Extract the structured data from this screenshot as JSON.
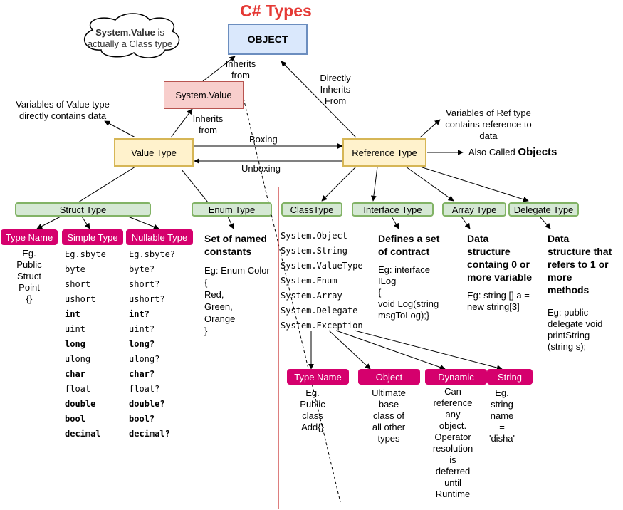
{
  "title": "C# Types",
  "cloud": {
    "bold": "System.Value",
    "rest1": " is",
    "line2": "actually a Class type"
  },
  "nodes": {
    "object": "OBJECT",
    "system_value": "System.Value",
    "value_type": "Value Type",
    "reference_type": "Reference Type",
    "struct_type": "Struct Type",
    "enum_type": "Enum Type",
    "class_type": "ClassType",
    "interface_type": "Interface Type",
    "array_type": "Array Type",
    "delegate_type": "Delegate Type"
  },
  "edge_labels": {
    "inherits_from_top": [
      "Inherits",
      "from"
    ],
    "inherits_from_mid": [
      "Inherits",
      "from"
    ],
    "directly_inherits": [
      "Directly",
      "Inherits",
      "From"
    ],
    "boxing": "Boxing",
    "unboxing": "Unboxing"
  },
  "notes": {
    "value_var": [
      "Variables of Value type",
      "directly contains data"
    ],
    "ref_var": [
      "Variables of Ref type",
      "contains reference to",
      "data"
    ],
    "also_called_prefix": "Also Called ",
    "also_called_bold": "Objects"
  },
  "struct": {
    "tags": [
      "Type Name",
      "Simple Type",
      "Nullable Type"
    ],
    "type_name_desc": [
      "Eg.",
      "Public",
      "Struct",
      "Point",
      "{}"
    ],
    "simple": [
      {
        "t": "Eg.sbyte",
        "s": ""
      },
      {
        "t": "byte",
        "s": ""
      },
      {
        "t": "short",
        "s": ""
      },
      {
        "t": "ushort",
        "s": ""
      },
      {
        "t": "int",
        "s": "u"
      },
      {
        "t": "uint",
        "s": ""
      },
      {
        "t": "long",
        "s": "b"
      },
      {
        "t": "ulong",
        "s": ""
      },
      {
        "t": "char",
        "s": "b"
      },
      {
        "t": "float",
        "s": ""
      },
      {
        "t": "double",
        "s": "b"
      },
      {
        "t": "bool",
        "s": "b"
      },
      {
        "t": "decimal",
        "s": "b"
      }
    ],
    "nullable": [
      {
        "t": "Eg.sbyte?",
        "s": ""
      },
      {
        "t": "byte?",
        "s": ""
      },
      {
        "t": "short?",
        "s": ""
      },
      {
        "t": "ushort?",
        "s": ""
      },
      {
        "t": "int?",
        "s": "u"
      },
      {
        "t": "uint?",
        "s": ""
      },
      {
        "t": "long?",
        "s": "b"
      },
      {
        "t": "ulong?",
        "s": ""
      },
      {
        "t": "char?",
        "s": "b"
      },
      {
        "t": "float?",
        "s": ""
      },
      {
        "t": "double?",
        "s": "b"
      },
      {
        "t": "bool?",
        "s": "b"
      },
      {
        "t": "decimal?",
        "s": "b"
      }
    ]
  },
  "enum": {
    "heading": [
      "Set of named",
      "constants"
    ],
    "example": [
      "Eg: Enum Color",
      "{",
      "Red,",
      "Green,",
      "Orange",
      "}"
    ]
  },
  "class_list": [
    "System.Object",
    "System.String",
    "System.ValueType",
    "System.Enum",
    "System.Array",
    "System.Delegate",
    "System.Exception"
  ],
  "interface": {
    "heading": [
      "Defines a set",
      "of contract"
    ],
    "example": [
      "Eg: interface",
      "ILog",
      "{",
      "void Log(string",
      "msgToLog);}"
    ]
  },
  "array": {
    "heading": [
      "Data",
      "structure",
      "containg 0 or",
      "more variable"
    ],
    "example": [
      "Eg: string [] a =",
      "new string[3]"
    ]
  },
  "delegate": {
    "heading": [
      "Data",
      "structure that",
      "refers to 1 or",
      "more",
      "methods"
    ],
    "example": [
      "Eg: public",
      "delegate void",
      "printString",
      "(string s);"
    ]
  },
  "class_tags": {
    "type_name": "Type Name",
    "object": "Object",
    "dynamic": "Dynamic",
    "string": "String",
    "type_name_desc": [
      "Eg.",
      "Public",
      "class",
      "Add{}"
    ],
    "object_desc": [
      "Ultimate",
      "base",
      "class of",
      "all other",
      "types"
    ],
    "dynamic_desc": [
      "Can",
      "reference",
      "any",
      "object.",
      "Operator",
      "resolution",
      "is",
      "deferred",
      "until",
      "Runtime"
    ],
    "string_desc": [
      "Eg.",
      "string",
      "name",
      "=",
      "'disha'"
    ]
  },
  "colors": {
    "title": "#e53935",
    "divider": "#c62828",
    "pink": "#d5006d"
  }
}
